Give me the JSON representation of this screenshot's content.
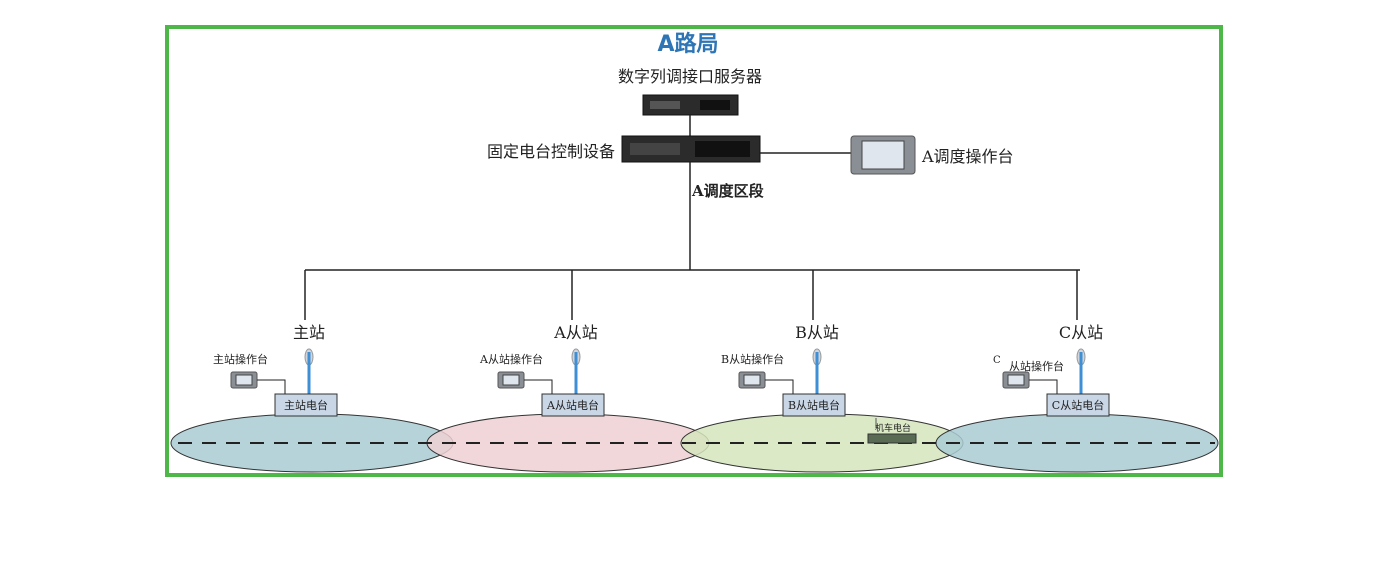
{
  "title": "A路局",
  "server_label": "数字列调接口服务器",
  "control_label": "固定电台控制设备",
  "console_label": "A调度操作台",
  "section_label": "A调度区段",
  "stations": [
    {
      "name": "主站",
      "console": "主站操作台",
      "radio": "主站电台",
      "zone_color": "#a9cbd3",
      "prefix": ""
    },
    {
      "name": "A从站",
      "console": "A从站操作台",
      "radio": "A从站电台",
      "zone_color": "#eed0d3",
      "prefix": ""
    },
    {
      "name": "B从站",
      "console": "B从站操作台",
      "radio": "B从站电台",
      "zone_color": "#d5e5bd",
      "prefix": ""
    },
    {
      "name": "C从站",
      "console": "从站操作台",
      "radio": "C从站电台",
      "zone_color": "#a9cbd3",
      "prefix": "C"
    }
  ],
  "locomotive_label": "机车电台",
  "colors": {
    "border": "#4db848",
    "title": "#2e75b6",
    "line": "#222222"
  }
}
